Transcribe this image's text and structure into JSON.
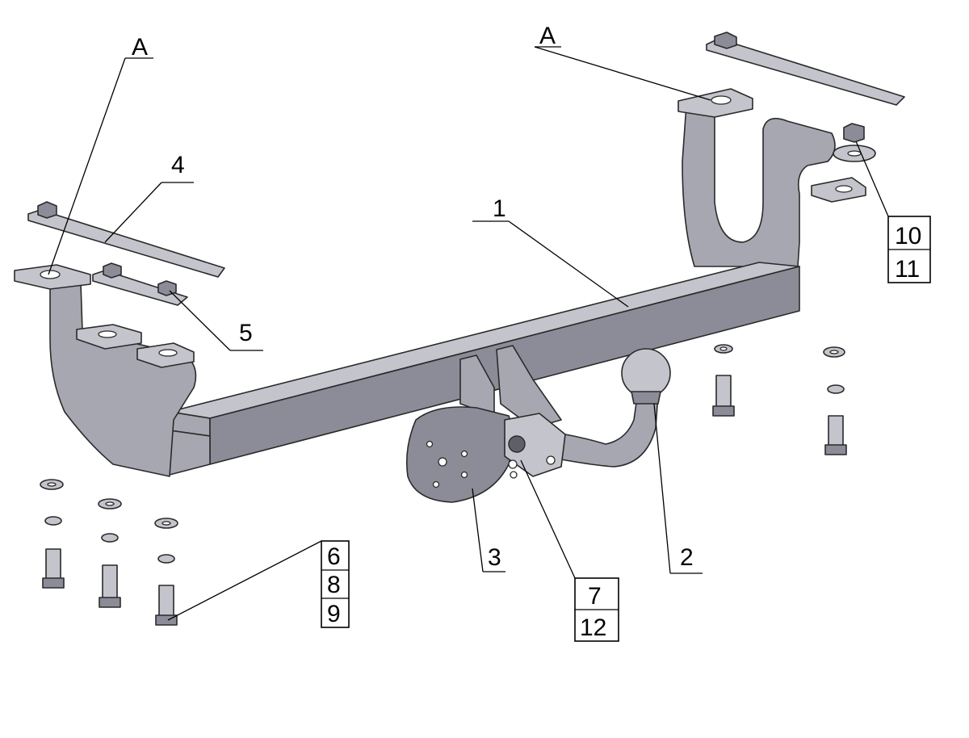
{
  "callouts": {
    "a_left": "A",
    "a_right": "A",
    "p1": "1",
    "p2": "2",
    "p3": "3",
    "p4": "4",
    "p5": "5",
    "p6": "6",
    "p7": "7",
    "p8": "8",
    "p9": "9",
    "p10": "10",
    "p11": "11",
    "p12": "12"
  }
}
